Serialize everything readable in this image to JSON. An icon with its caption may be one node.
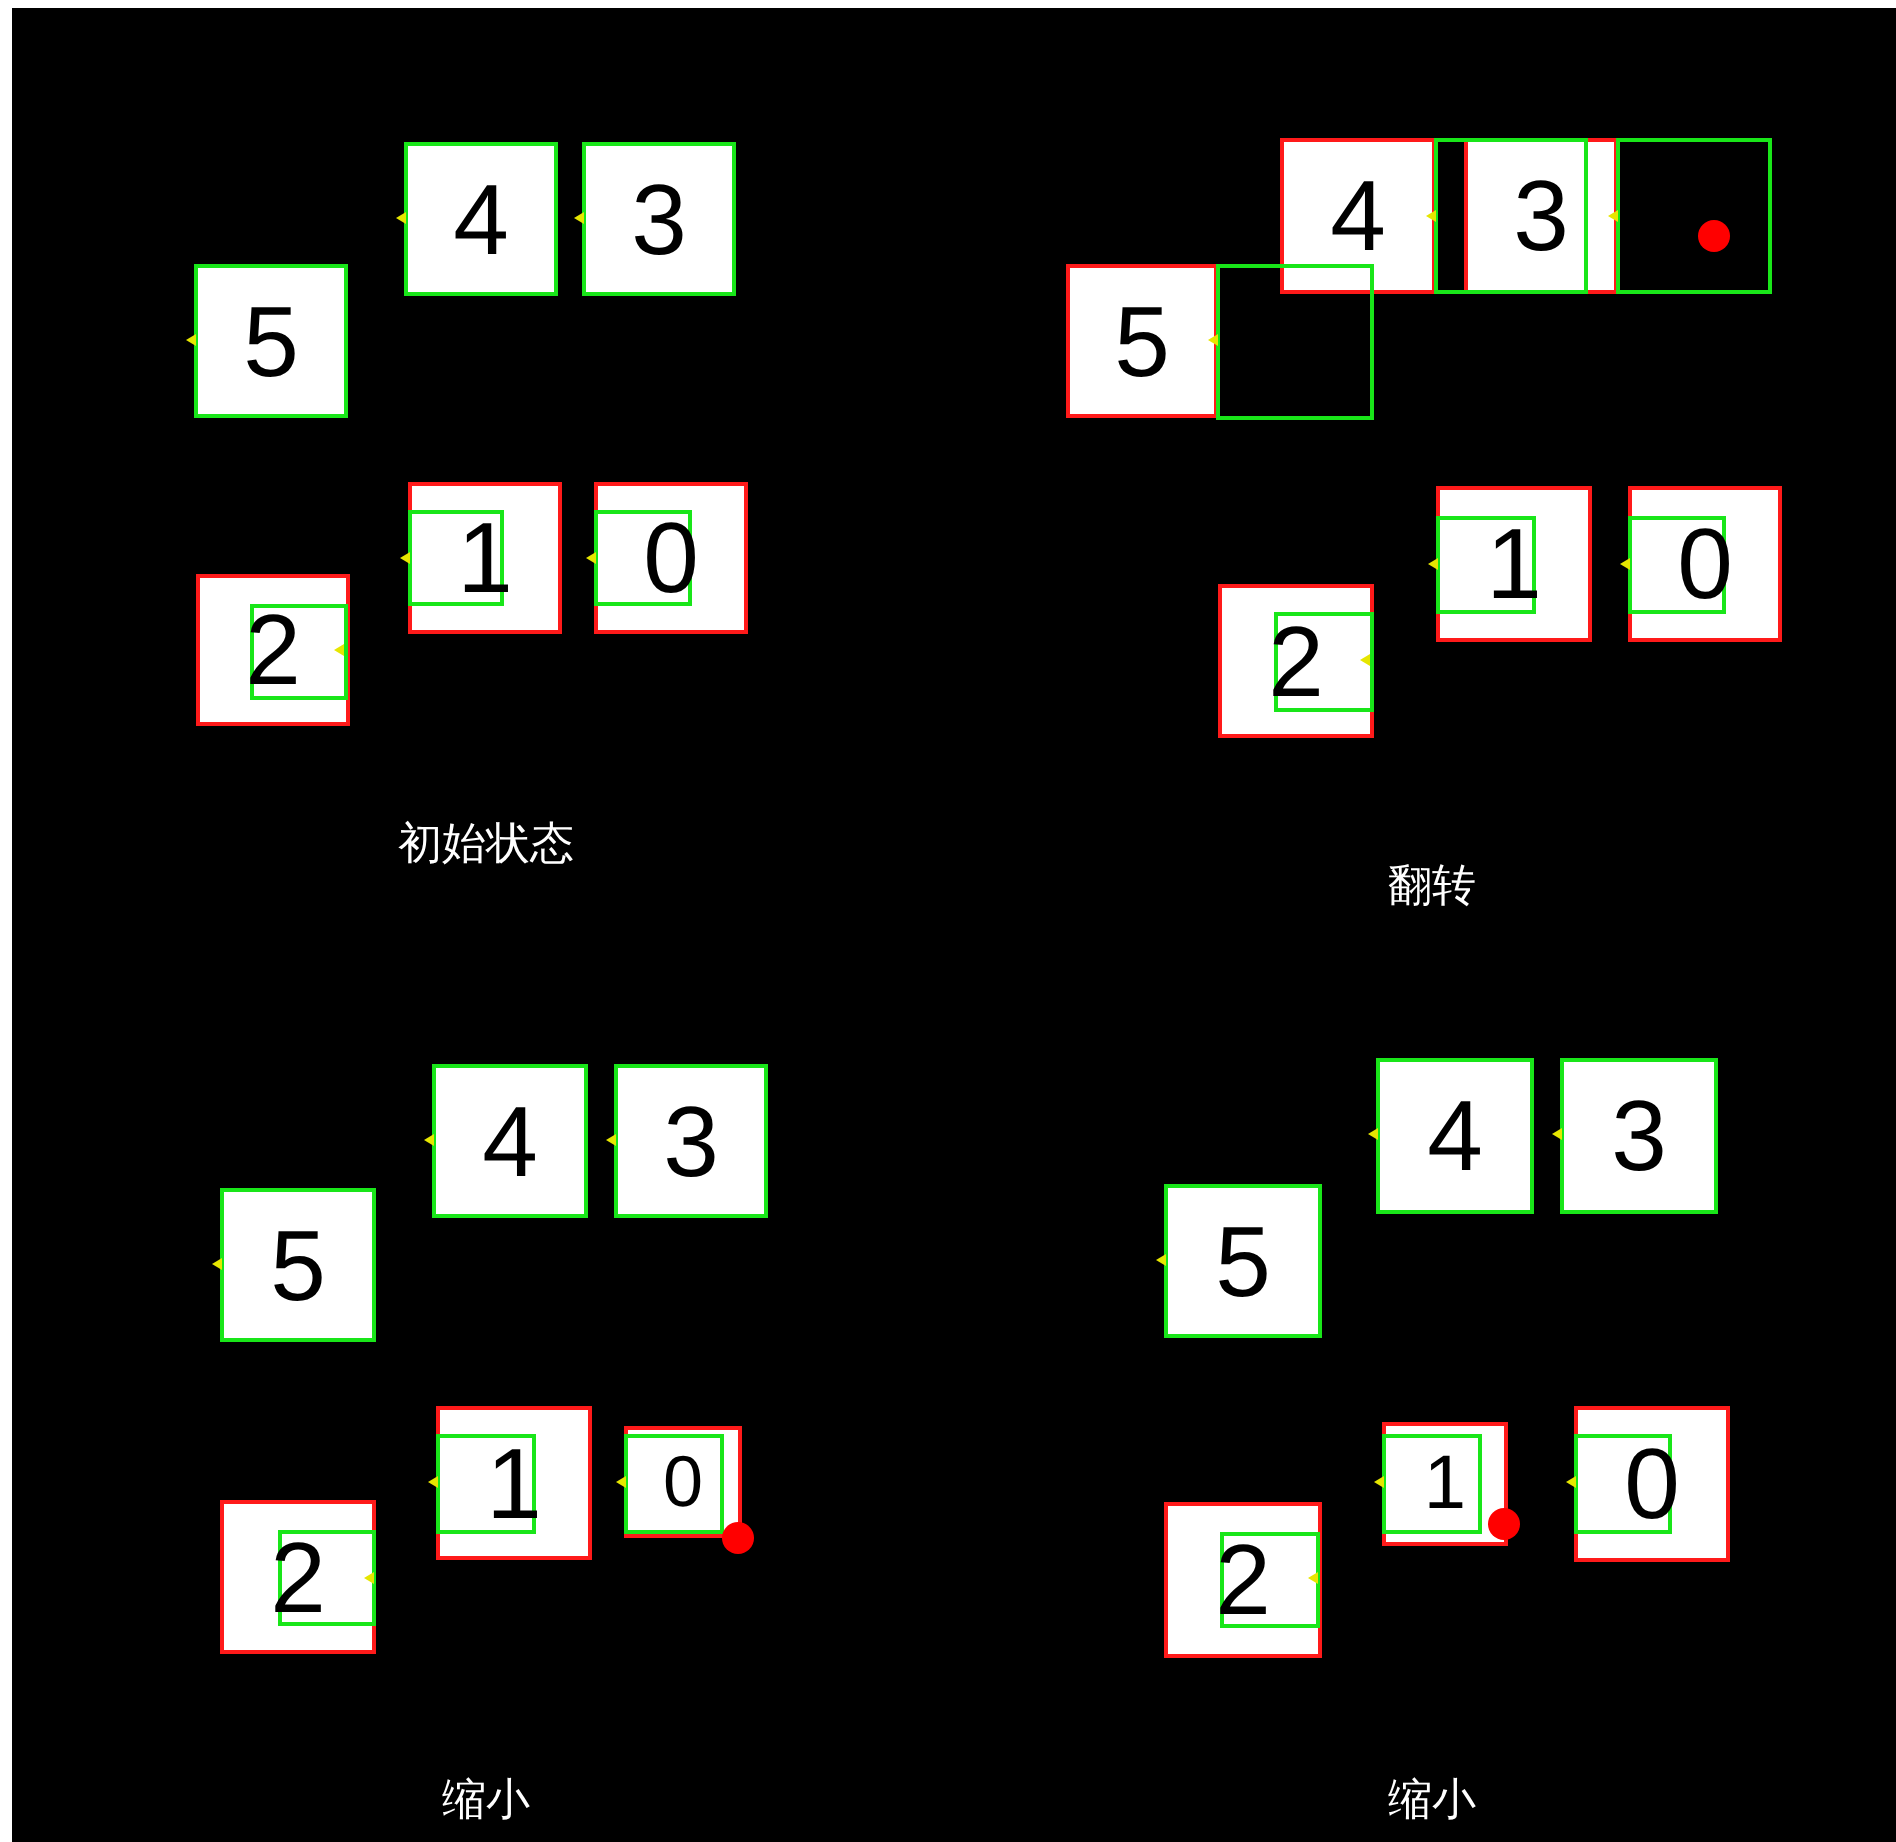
{
  "diagram": {
    "nodes": [
      {
        "text": [
          "4"
        ]
      },
      {
        "text": [
          "3"
        ]
      },
      {
        "text": [
          "5"
        ]
      },
      {
        "text": [
          "1"
        ]
      },
      {
        "text": [
          "0"
        ]
      },
      {
        "text": [
          "2"
        ]
      },
      {
        "text": [
          "4"
        ]
      },
      {
        "text": [
          "3"
        ]
      },
      {
        "text": [
          "5"
        ]
      },
      {
        "text": [
          "1"
        ]
      },
      {
        "text": [
          "0"
        ]
      },
      {
        "text": [
          "2"
        ]
      },
      {
        "text": [
          "4"
        ]
      },
      {
        "text": [
          "3"
        ]
      },
      {
        "text": [
          "5"
        ]
      },
      {
        "text": [
          "1"
        ]
      },
      {
        "text": [
          "0"
        ]
      },
      {
        "text": [
          "2"
        ]
      },
      {
        "text": [
          "4"
        ]
      },
      {
        "text": [
          "3"
        ]
      },
      {
        "text": [
          "5"
        ]
      },
      {
        "text": [
          "1"
        ]
      },
      {
        "text": [
          "0"
        ]
      },
      {
        "text": [
          "2"
        ]
      }
    ],
    "labels": [
      "初始状态",
      "翻转",
      "缩小",
      "缩小"
    ]
  }
}
